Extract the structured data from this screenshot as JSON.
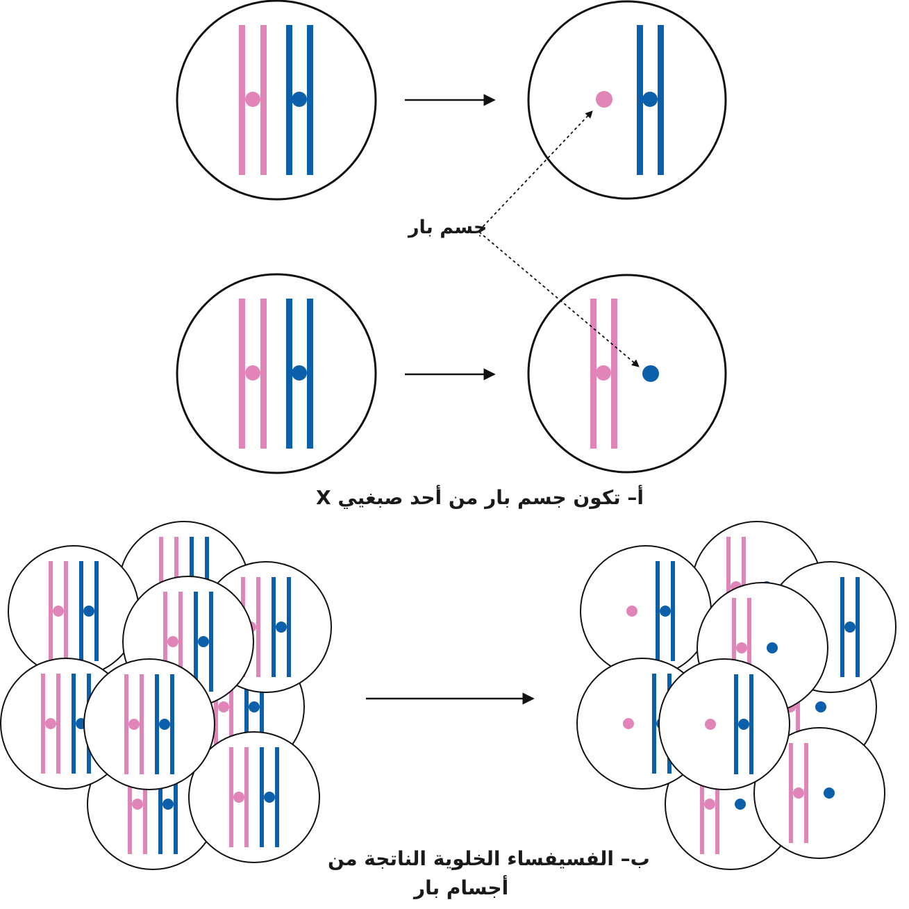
{
  "labels": {
    "barr_body": "جسم بار",
    "caption_a": "أ– تكون جسم بار من أحد صبغيي X",
    "caption_b_line1": "ب– الفسيفساء الخلوية الناتجة من",
    "caption_b_line2": "أجسام بار"
  },
  "colors": {
    "pink_chromosome": "#E185B8",
    "blue_chromosome": "#0C5FAA",
    "outline": "#111111"
  }
}
